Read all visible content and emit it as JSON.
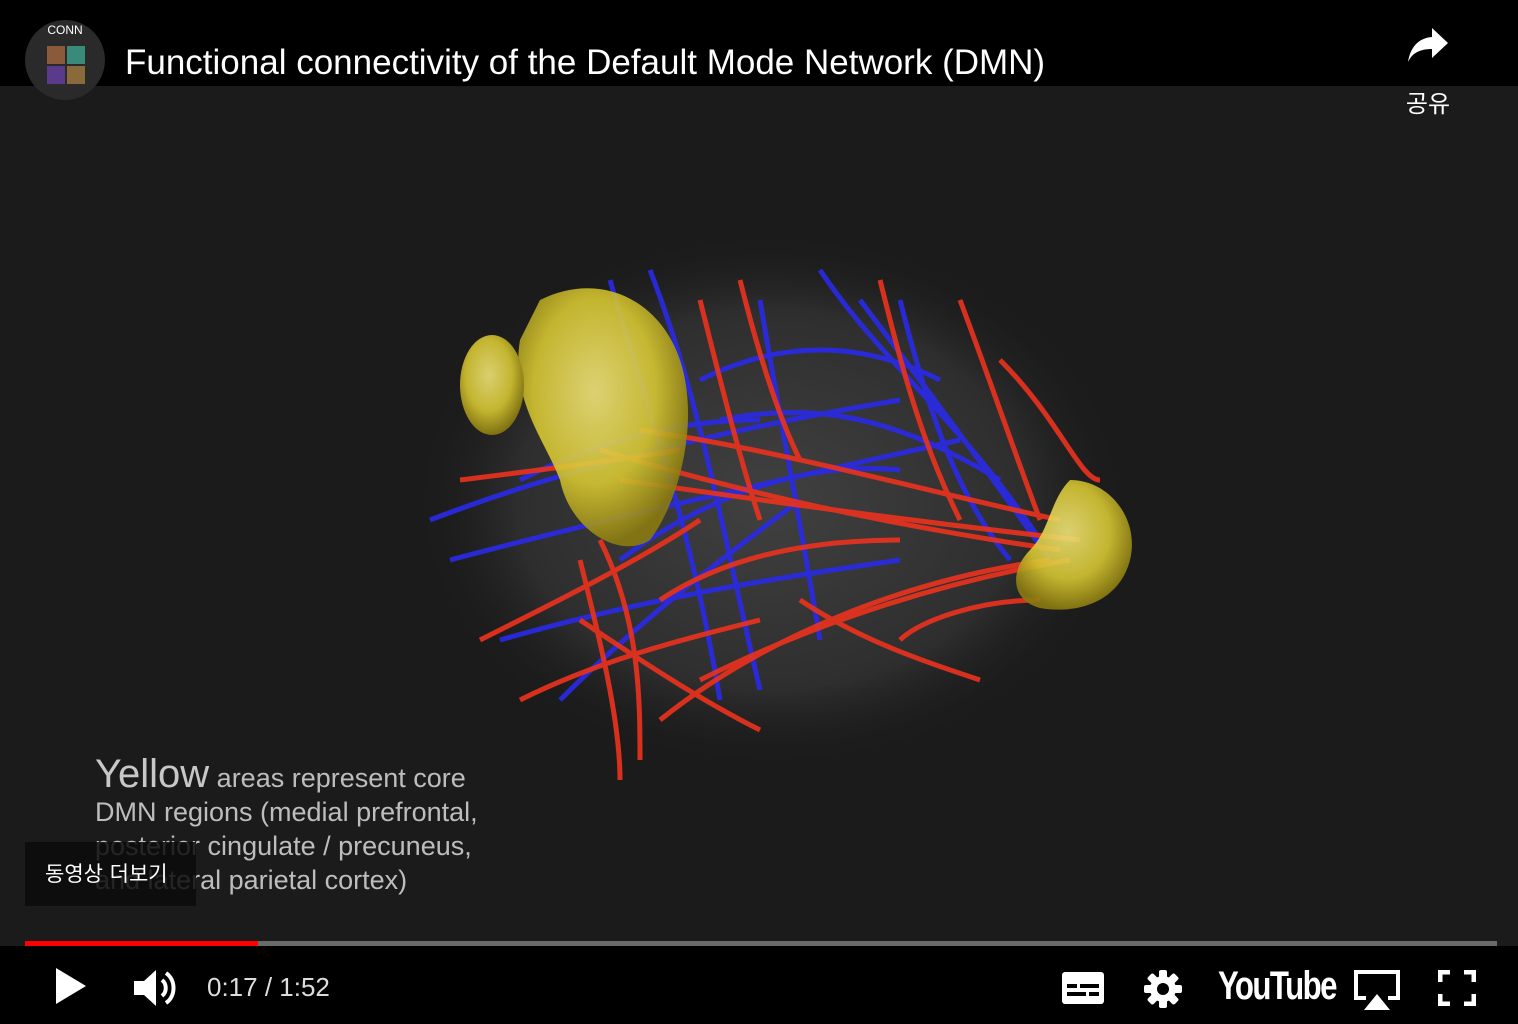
{
  "header": {
    "channel_name": "CONN",
    "title": "Functional connectivity of the Default Mode Network (DMN)",
    "share_label": "공유"
  },
  "caption_overlay": {
    "lead_word": "Yellow",
    "lines": [
      " areas represent core",
      "DMN regions  (medial prefrontal,",
      "posterior cingulate / precuneus,",
      "and lateral parietal cortex)"
    ]
  },
  "more_videos_label": "동영상 더보기",
  "playback": {
    "current_time": "0:17",
    "duration": "1:52",
    "time_text": "0:17 / 1:52",
    "progress_fraction": 0.158
  },
  "brand": {
    "logo_text": "YouTube",
    "progress_color": "#ff0000",
    "fiber_red": "#e8321e",
    "fiber_blue": "#2828e6",
    "region_yellow": "#d6c632"
  },
  "icons": [
    "play-icon",
    "volume-icon",
    "subtitles-icon",
    "settings-icon",
    "airplay-icon",
    "fullscreen-icon",
    "share-arrow-icon"
  ]
}
